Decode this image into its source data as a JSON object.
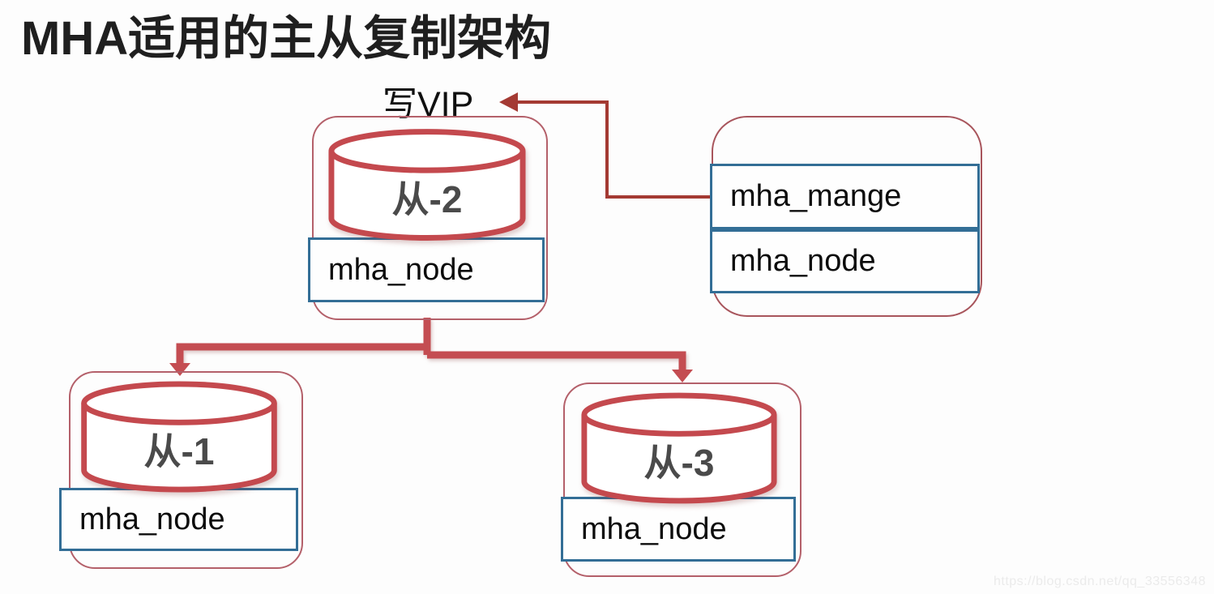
{
  "title": "MHA适用的主从复制架构",
  "vip_label": "写VIP",
  "nodes": {
    "slave2": {
      "name": "从-2",
      "module": "mha_node"
    },
    "slave1": {
      "name": "从-1",
      "module": "mha_node"
    },
    "slave3": {
      "name": "从-3",
      "module": "mha_node"
    },
    "manager": {
      "module_top": "mha_mange",
      "module_bottom": "mha_node"
    }
  },
  "watermark": "https://blog.csdn.net/qq_33556348",
  "colors": {
    "cylinder_red": "#c4494e",
    "thick_connector_red": "#c44d52",
    "outline_rose": "#b4606a",
    "module_border_blue": "#336e96",
    "manager_arrow_dark_red": "#a43a33",
    "db_label_gray": "#4a4a4a",
    "title_black": "#1f1f1f",
    "watermark_gray": "#ebebeb"
  }
}
